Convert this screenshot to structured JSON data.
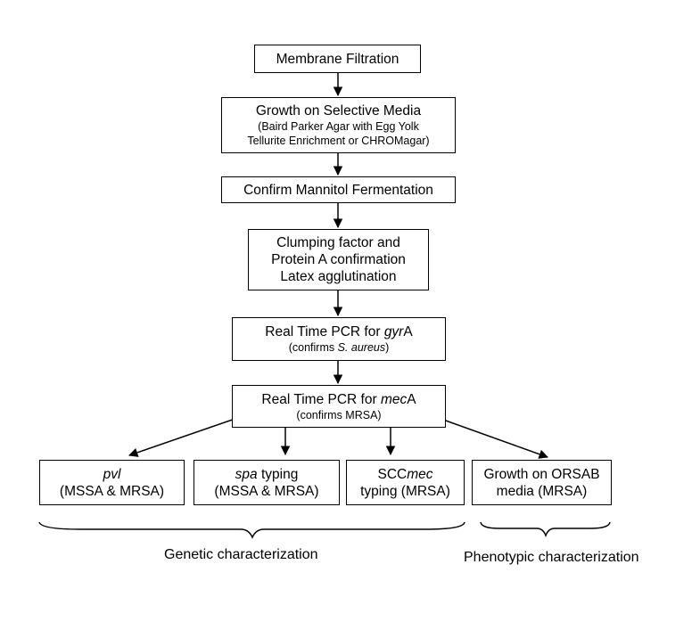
{
  "step1": {
    "title": "Membrane Filtration"
  },
  "step2": {
    "title": "Growth on Selective Media",
    "detail1": "(Baird Parker Agar with Egg Yolk",
    "detail2": "Tellurite Enrichment or CHROMagar)"
  },
  "step3": {
    "title": "Confirm Mannitol Fermentation"
  },
  "step4": {
    "line1": "Clumping factor and",
    "line2": "Protein A confirmation",
    "line3": "Latex agglutination"
  },
  "step5": {
    "title_prefix": "Real Time PCR for ",
    "gene_italic": "gyr",
    "gene_suffix": "A",
    "confirm_prefix": "(confirms ",
    "confirm_italic": "S. aureus",
    "confirm_suffix": ")"
  },
  "step6": {
    "title_prefix": "Real Time PCR for ",
    "gene_italic": "mec",
    "gene_suffix": "A",
    "confirm": "(confirms MRSA)"
  },
  "branch_pvl": {
    "name_italic": "pvl",
    "detail": "(MSSA & MRSA)"
  },
  "branch_spa": {
    "name_italic": "spa",
    "name_suffix": " typing",
    "detail": "(MSSA & MRSA)"
  },
  "branch_scc": {
    "name_prefix": "SCC",
    "name_italic": "mec",
    "detail": "typing (MRSA)"
  },
  "branch_orsab": {
    "line1": "Growth on ORSAB",
    "line2": "media (MRSA)"
  },
  "captions": {
    "genetic": "Genetic characterization",
    "phenotypic": "Phenotypic characterization"
  }
}
